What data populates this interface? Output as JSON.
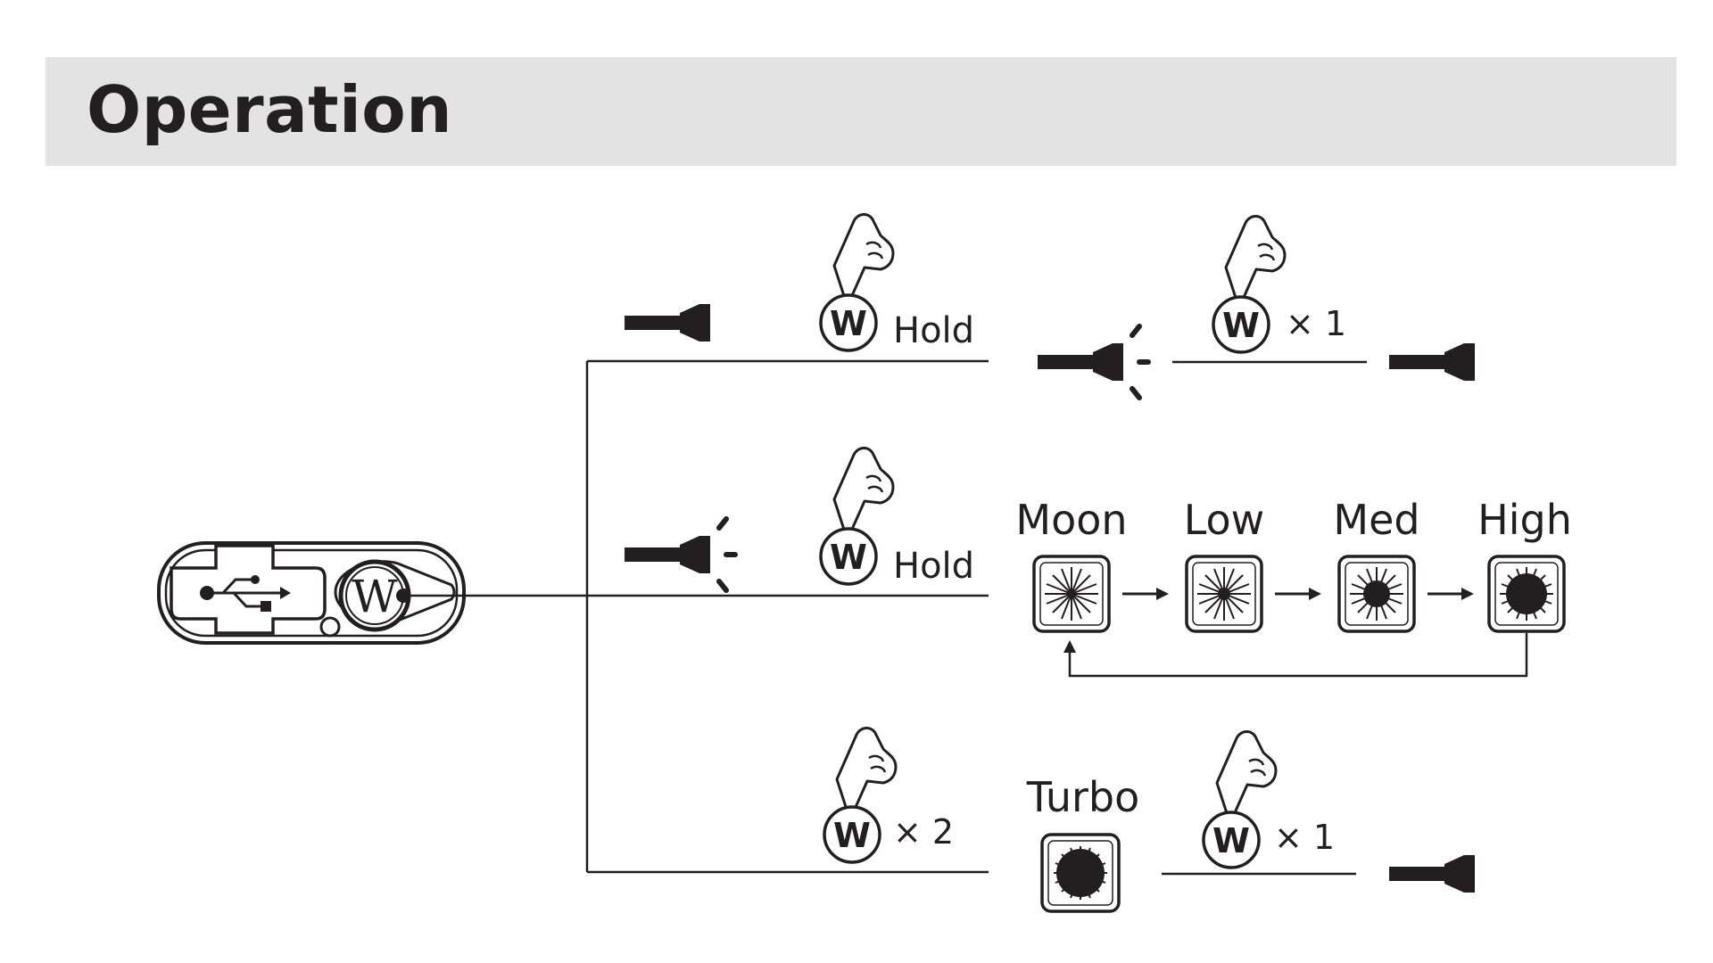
{
  "header": {
    "title": "Operation"
  },
  "button_letter": "W",
  "rows": {
    "moonlight": {
      "action": "Hold",
      "off_action": "× 1"
    },
    "modes": {
      "action": "Hold",
      "levels": [
        "Moon",
        "Low",
        "Med",
        "High"
      ]
    },
    "turbo": {
      "action": "× 2",
      "mode": "Turbo",
      "off_action": "× 1"
    }
  },
  "colors": {
    "ink": "#231f20",
    "header_bg": "#e3e3e3"
  },
  "icons": [
    "usb-icon",
    "w-button-icon",
    "finger-press-icon",
    "flashlight-off-icon",
    "flashlight-on-icon",
    "brightness-icon",
    "arrow-icon"
  ]
}
